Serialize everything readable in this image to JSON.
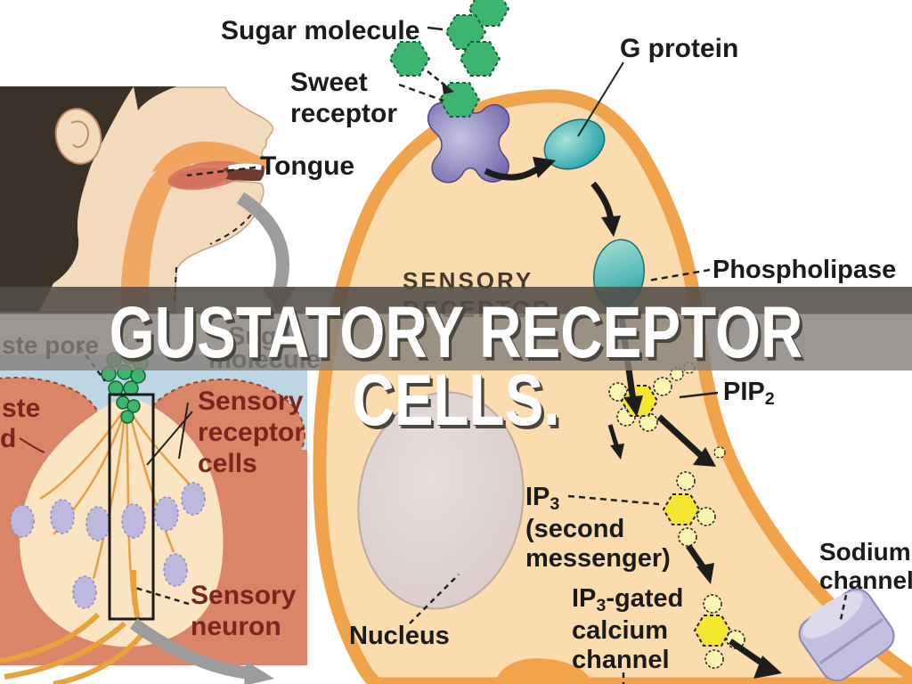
{
  "banner": {
    "title": "GUSTATORY RECEPTOR CELLS."
  },
  "main": {
    "sugar_molecule": "Sugar molecule",
    "sweet_receptor": [
      "Sweet",
      "receptor"
    ],
    "g_protein": "G protein",
    "tongue": "Tongue",
    "phospholipase": "Phospholipase",
    "cell_caption": [
      "SENSORY",
      "RECEPTOR"
    ],
    "pip2": {
      "base": "PIP",
      "sub": "2"
    },
    "ip3": {
      "base": "IP",
      "sub": "3",
      "line2": "(second",
      "line3": "messenger)"
    },
    "ip3_gated": {
      "base": "IP",
      "sub": "3",
      "rest": "-gated",
      "line2": "calcium",
      "line3": "channel"
    },
    "sodium_channel": [
      "Sodium",
      "channel"
    ],
    "nucleus": "Nucleus"
  },
  "inset": {
    "taste_pore_fragment": "ste pore",
    "taste_bud_fragment": [
      "ste",
      "d"
    ],
    "sugar_molecule_ghost": "Sugar",
    "sugar_molecule_line2": "molecule",
    "sensory_receptor_cells": [
      "Sensory",
      "receptor",
      "cells"
    ],
    "sensory_neuron": [
      "Sensory",
      "neuron"
    ]
  },
  "colors": {
    "banner_gray": "#868078",
    "banner_text": "#FFFFFF",
    "cell_fill": "#FBDCAF",
    "membrane_orange": "#F1A34C",
    "g_protein_teal": "#1E9CA6",
    "receptor_purple": "#8B84C0",
    "sugar_green": "#3DB570",
    "messenger_yellow": "#F5E72F",
    "channel_lavender": "#C3BFDE",
    "inset_salmon": "#DA8468",
    "inset_blue": "#BCD6E6",
    "bud_cream": "#FBE4C2",
    "nuclei_lavender": "#BCB8DE",
    "inset_label_maroon": "#7C241D",
    "label_black": "#1B1B1B"
  }
}
